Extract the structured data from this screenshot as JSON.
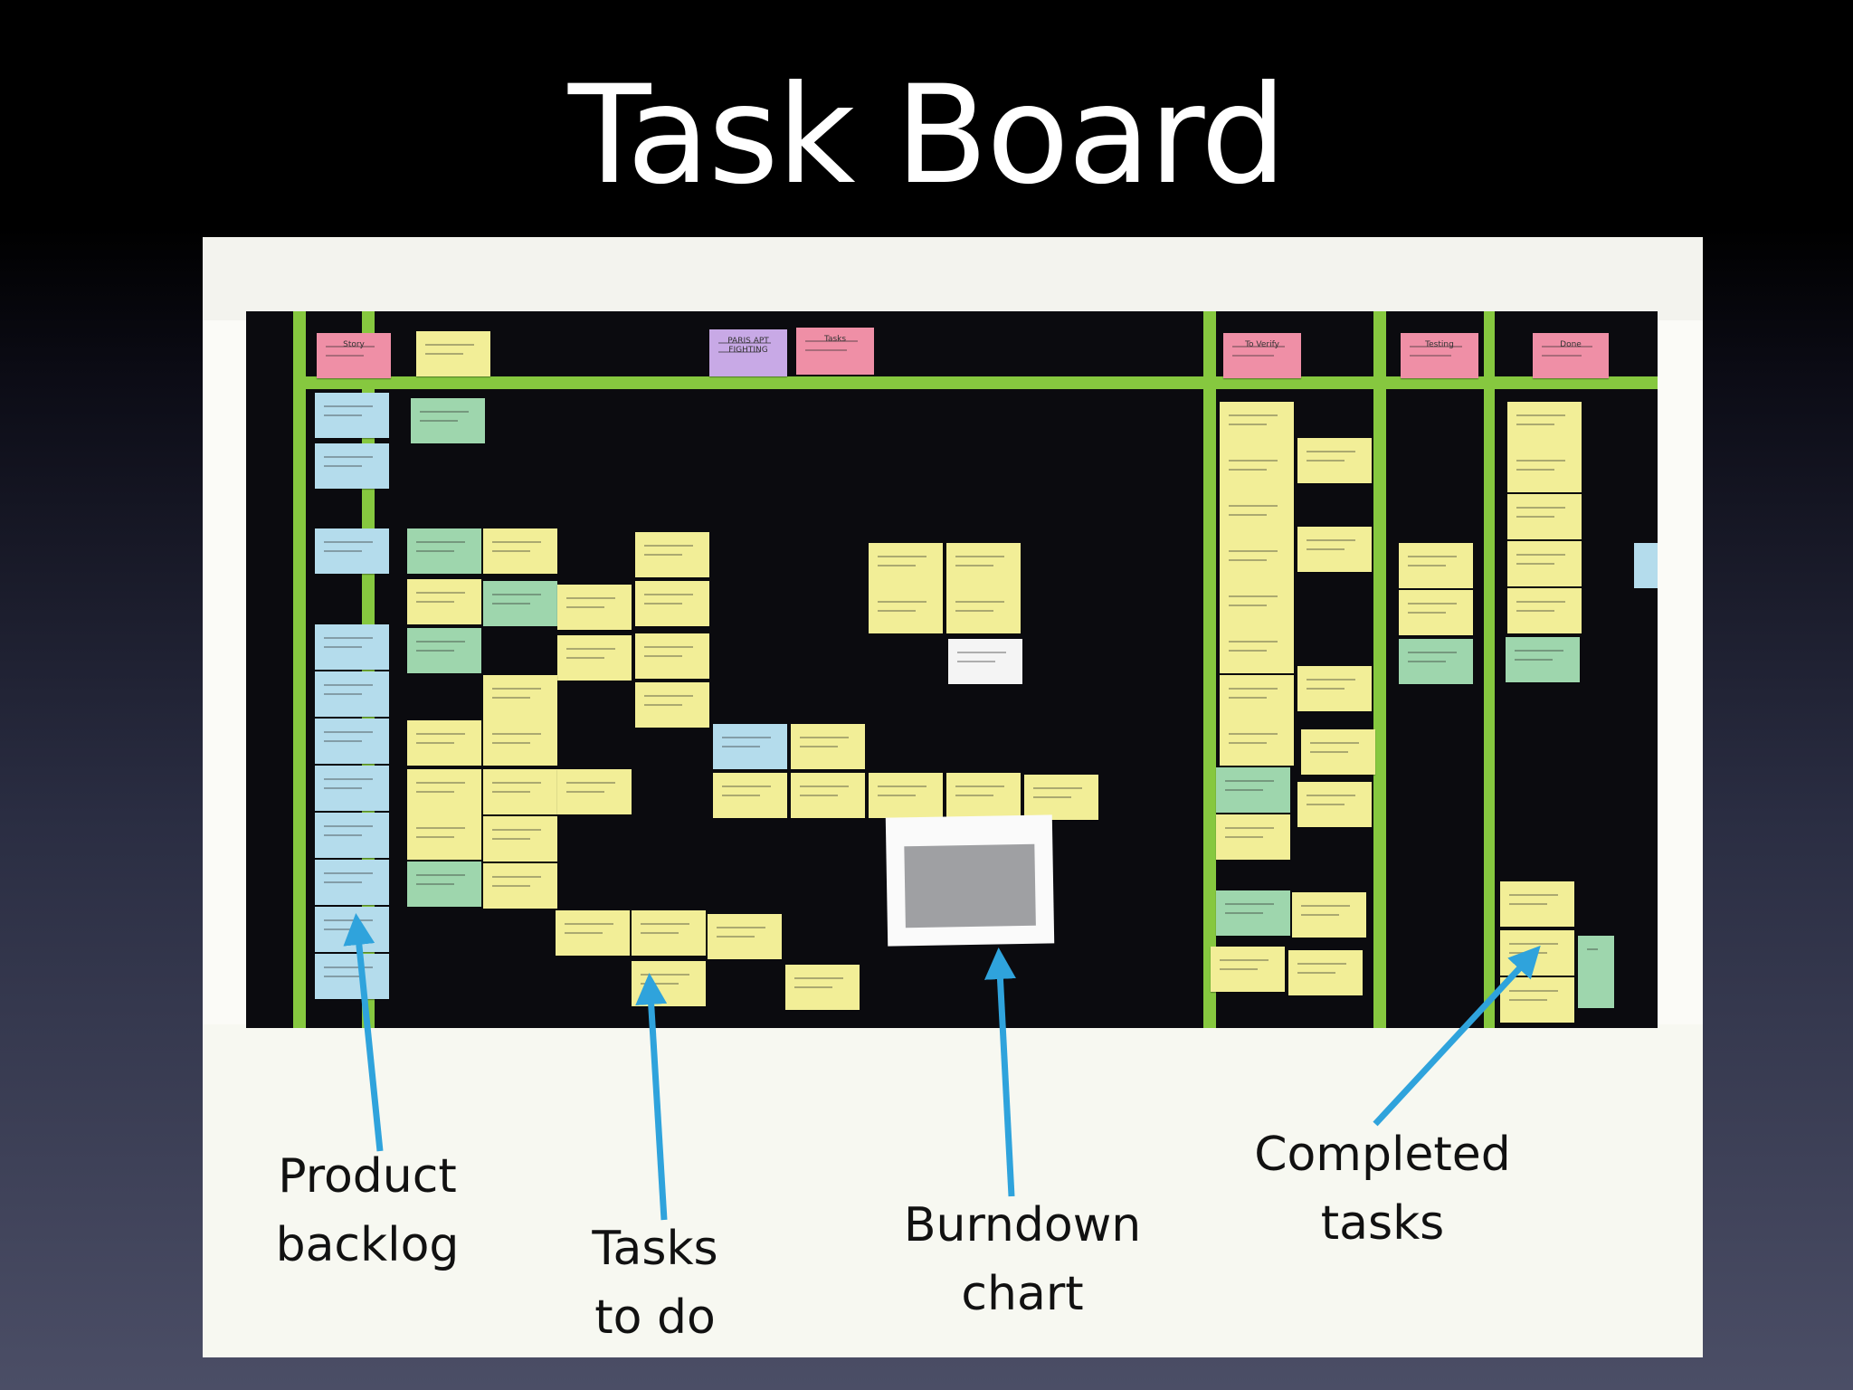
{
  "slide": {
    "title": "Task Board"
  },
  "photo": {
    "column_headers": [
      {
        "text": "Story"
      },
      {
        "text": "Tasks"
      },
      {
        "text": "To Verify"
      },
      {
        "text": "Testing"
      },
      {
        "text": "Done"
      }
    ],
    "header_note": "PARIS APT FIGHTING"
  },
  "captions": {
    "product_backlog": [
      "Product",
      "backlog"
    ],
    "tasks_to_do": [
      "Tasks",
      "to do"
    ],
    "burndown_chart": [
      "Burndown",
      "chart"
    ],
    "completed_tasks": [
      "Completed",
      "tasks"
    ]
  },
  "colors": {
    "arrow": "#2fa3dc",
    "tape": "#86c83f",
    "card": "#f2ee97",
    "board": "#0b0b0f"
  }
}
